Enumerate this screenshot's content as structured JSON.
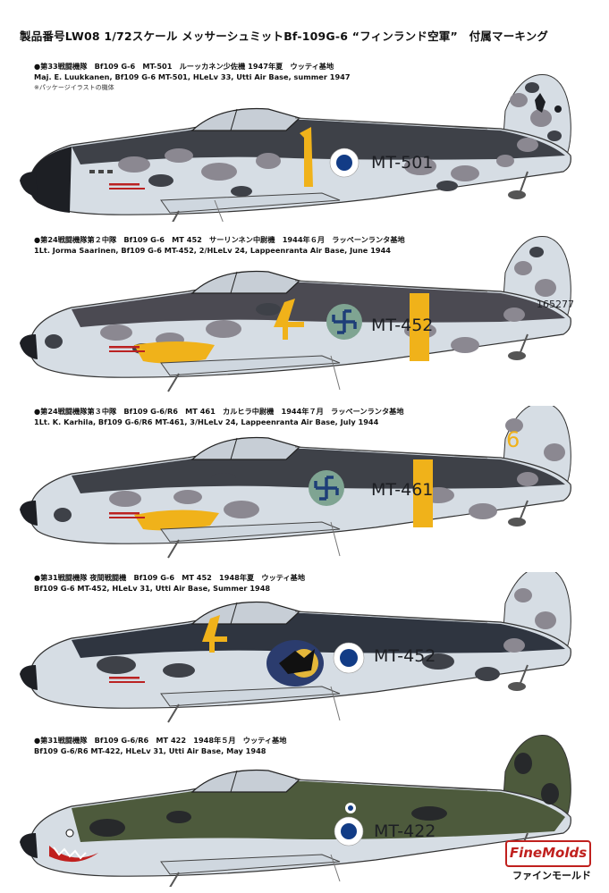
{
  "title": "製品番号LW08 1/72スケール メッサーシュミットBf-109G-6 “フィンランド空軍”　付属マーキング",
  "sections": [
    {
      "jp": "●第33戦闘機隊　Bf109 G-6　MT-501　ルーッカネン少佐機 1947年夏　ウッティ基地",
      "en": "Maj. E. Luukkanen, Bf109 G-6 MT-501,  HLeLv 33, Utti Air Base, summer 1947",
      "note": "※パッケージイラストの機体",
      "serial": "MT-501",
      "code": "1",
      "tail": ""
    },
    {
      "jp": "●第24戦闘機隊第２中隊　Bf109 G-6　MT 452　サーリンネン中尉機　1944年６月　ラッペーンランタ基地",
      "en": "1Lt. Jorma Saarinen, Bf109 G-6 MT-452,  2/HLeLv 24, Lappeenranta Air Base, June 1944",
      "note": "",
      "serial": "MT-452",
      "code": "4",
      "tail": "165277"
    },
    {
      "jp": "●第24戦闘機隊第３中隊　Bf109 G-6/R6　MT 461　カルヒラ中尉機　1944年７月　ラッペーンランタ基地",
      "en": "1Lt. K. Karhila, Bf109 G-6/R6 MT-461,  3/HLeLv 24, Lappeenranta Air Base, July 1944",
      "note": "",
      "serial": "MT-461",
      "code": "6",
      "tail": ""
    },
    {
      "jp": "●第31戦闘機隊 夜間戦闘機　Bf109 G-6　MT 452　1948年夏　ウッティ基地",
      "en": "Bf109 G-6 MT-452,  HLeLv 31, Utti  Air Base, Summer 1948",
      "note": "",
      "serial": "MT-452",
      "code": "4",
      "tail": ""
    },
    {
      "jp": "●第31戦闘機隊　Bf109 G-6/R6　MT 422　1948年５月　ウッティ基地",
      "en": "Bf109 G-6/R6 MT-422,  HLeLv 31, Utti  Air Base, May 1948",
      "note": "",
      "serial": "MT-422",
      "code": "",
      "tail": ""
    }
  ],
  "logo": {
    "brand": "FineMolds",
    "kana": "ファインモールド"
  },
  "colors": {
    "camo_dark": "#3e4148",
    "camo_gray": "#8b8891",
    "under_light": "#dde6ee",
    "nose_black": "#1d1f24",
    "yellow": "#f0b21a",
    "green_dark": "#4d5a3c",
    "roundel_blue": "#123c86",
    "swastika_blue": "#1e3e78",
    "swastika_bg": "#7fa492",
    "night_blue": "#2b3c6e"
  }
}
